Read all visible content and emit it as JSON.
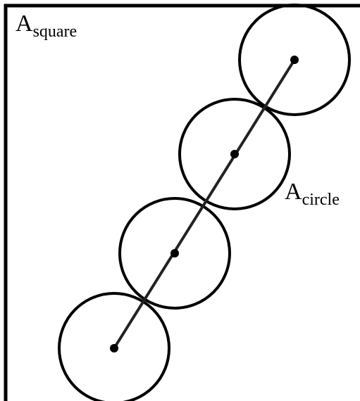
{
  "labels": {
    "square": {
      "main": "A",
      "sub": "square"
    },
    "circle": {
      "main": "A",
      "sub": "circle"
    }
  },
  "colors": {
    "stroke": "#000000",
    "line": "#222222",
    "background": "#ffffff"
  }
}
